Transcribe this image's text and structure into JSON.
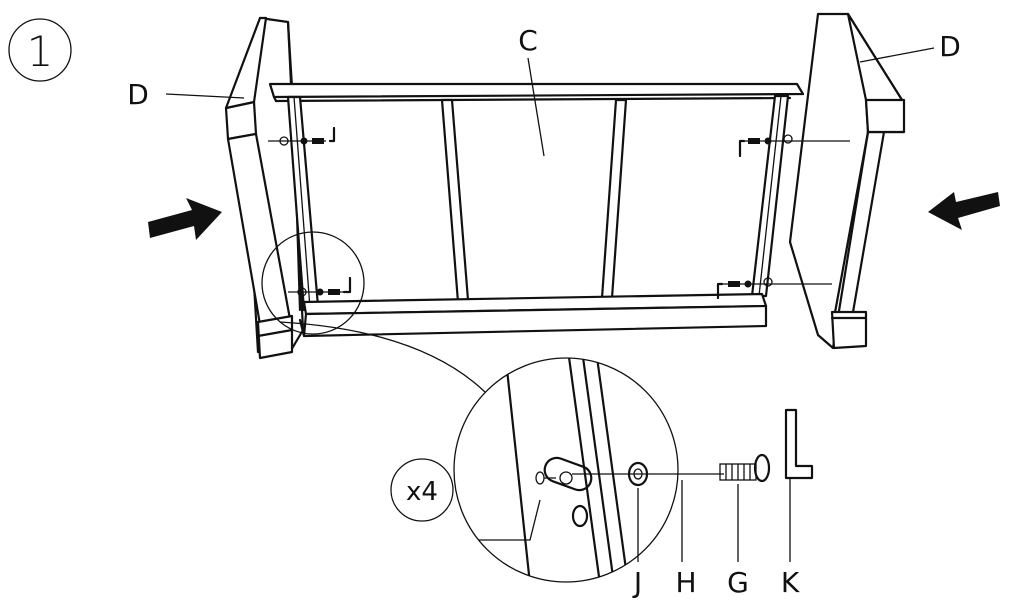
{
  "step": {
    "number": "1"
  },
  "labels": {
    "frame": "C",
    "side_left": "D",
    "side_right": "D",
    "quantity": "x4"
  },
  "hardware": [
    {
      "letter": "J"
    },
    {
      "letter": "H"
    },
    {
      "letter": "G"
    },
    {
      "letter": "K"
    }
  ],
  "icons": [
    "arrow-right-icon",
    "arrow-left-icon",
    "allen-key-icon",
    "bolt-icon",
    "washer-icon",
    "barrel-nut-icon"
  ]
}
